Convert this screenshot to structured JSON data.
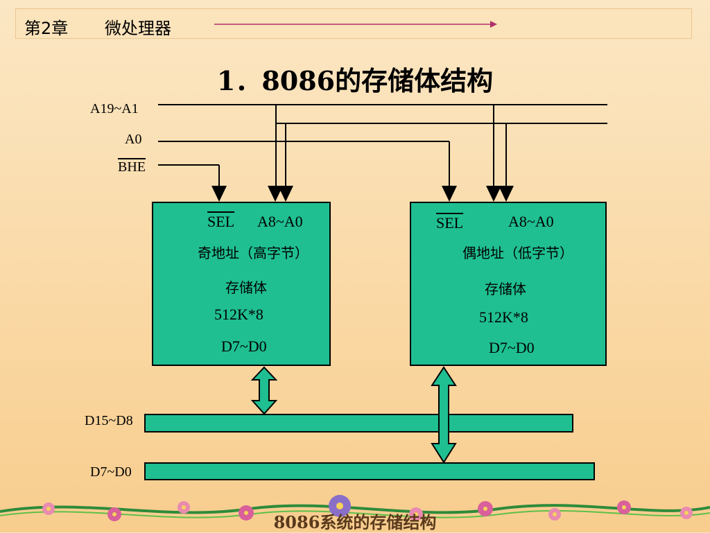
{
  "header": {
    "chapter": "第2章",
    "subject": "微处理器"
  },
  "title": "1．8086的存储体结构",
  "signals": {
    "addr_high": "A19~A1",
    "addr0": "A0",
    "bhe": "BHE"
  },
  "odd_bank": {
    "sel": "SEL",
    "addr": "A8~A0",
    "name": "奇地址（高字节）",
    "kind": "存储体",
    "size": "512K*8",
    "data": "D7~D0"
  },
  "even_bank": {
    "sel": "SEL",
    "addr": "A8~A0",
    "name": "偶地址（低字节）",
    "kind": "存储体",
    "size": "512K*8",
    "data": "D7~D0"
  },
  "bus_high": "D15~D8",
  "bus_low": "D7~D0",
  "footer": "8086系统的存储结构",
  "colors": {
    "block": "#1fbf91",
    "background": "#fad9a6",
    "line": "#000000"
  }
}
